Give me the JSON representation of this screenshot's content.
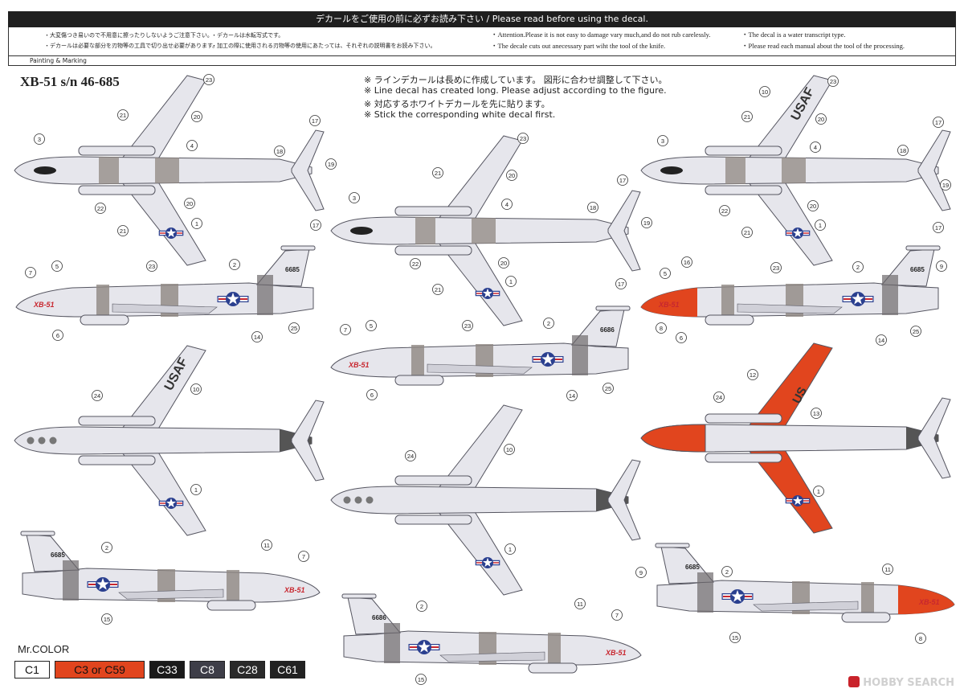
{
  "header": {
    "banner": "デカールをご使用の前に必ずお読み下さい / Please read before using the decal.",
    "notes_jp": [
      "・大変傷つき易いので不用意に擦ったりしないようご注意下さい。",
      "・デカールは必要な部分を刃物等の工具で切り出せ必要があります。",
      "・デカールは水転写式です。",
      "・加工の際に使用される刃物等の使用にあたっては、それぞれの説明書をお読み下さい。"
    ],
    "notes_en": [
      "・Attention.Please it is not easy to damage vary much,and do not rub carelessly.",
      "・The decale cuts out anecessary part wiht the tool of the knife.",
      "・The decal is a water transcript type.",
      "・Please read each manual about the tool of the processing."
    ],
    "painting_label": "Painting & Marking"
  },
  "title": "XB-51 s/n 46-685",
  "instructions": [
    "※ ラインデカールは長めに作成しています。 図形に合わせ調整して下さい。",
    "※ Line decal has created long. Please adjust according to the figure.",
    "※ 対応するホワイトデカールを先に貼ります。",
    "※ Stick the corresponding white decal first."
  ],
  "aircraft": {
    "serial_a": "6685",
    "serial_b": "6686",
    "nose_text": "XB-51",
    "usaf": "USAF",
    "us": "US"
  },
  "callouts": [
    "1",
    "2",
    "3",
    "4",
    "5",
    "6",
    "7",
    "8",
    "9",
    "10",
    "11",
    "12",
    "13",
    "14",
    "15",
    "16",
    "17",
    "18",
    "19",
    "20",
    "21",
    "22",
    "23",
    "24",
    "25"
  ],
  "colors": {
    "title": "Mr.COLOR",
    "swatches": [
      {
        "label": "C1",
        "bg": "#ffffff",
        "fg": "#111111"
      },
      {
        "label": "C3 or C59",
        "bg": "#e1451e",
        "fg": "#111111"
      },
      {
        "label": "C33",
        "bg": "#1a1a1a",
        "fg": "#ffffff"
      },
      {
        "label": "C8",
        "bg": "#3e3e48",
        "fg": "#ffffff"
      },
      {
        "label": "C28",
        "bg": "#2a2a2a",
        "fg": "#ffffff"
      },
      {
        "label": "C61",
        "bg": "#222222",
        "fg": "#ffffff"
      }
    ]
  },
  "palette": {
    "body": "#e6e6ec",
    "outline": "#555560",
    "band": "#8f8782",
    "band_dark": "#6d6a6c",
    "red": "#e1451e",
    "insignia_blue": "#2a3f8f",
    "insignia_red": "#c8272f"
  },
  "watermark": "HOBBY SEARCH"
}
